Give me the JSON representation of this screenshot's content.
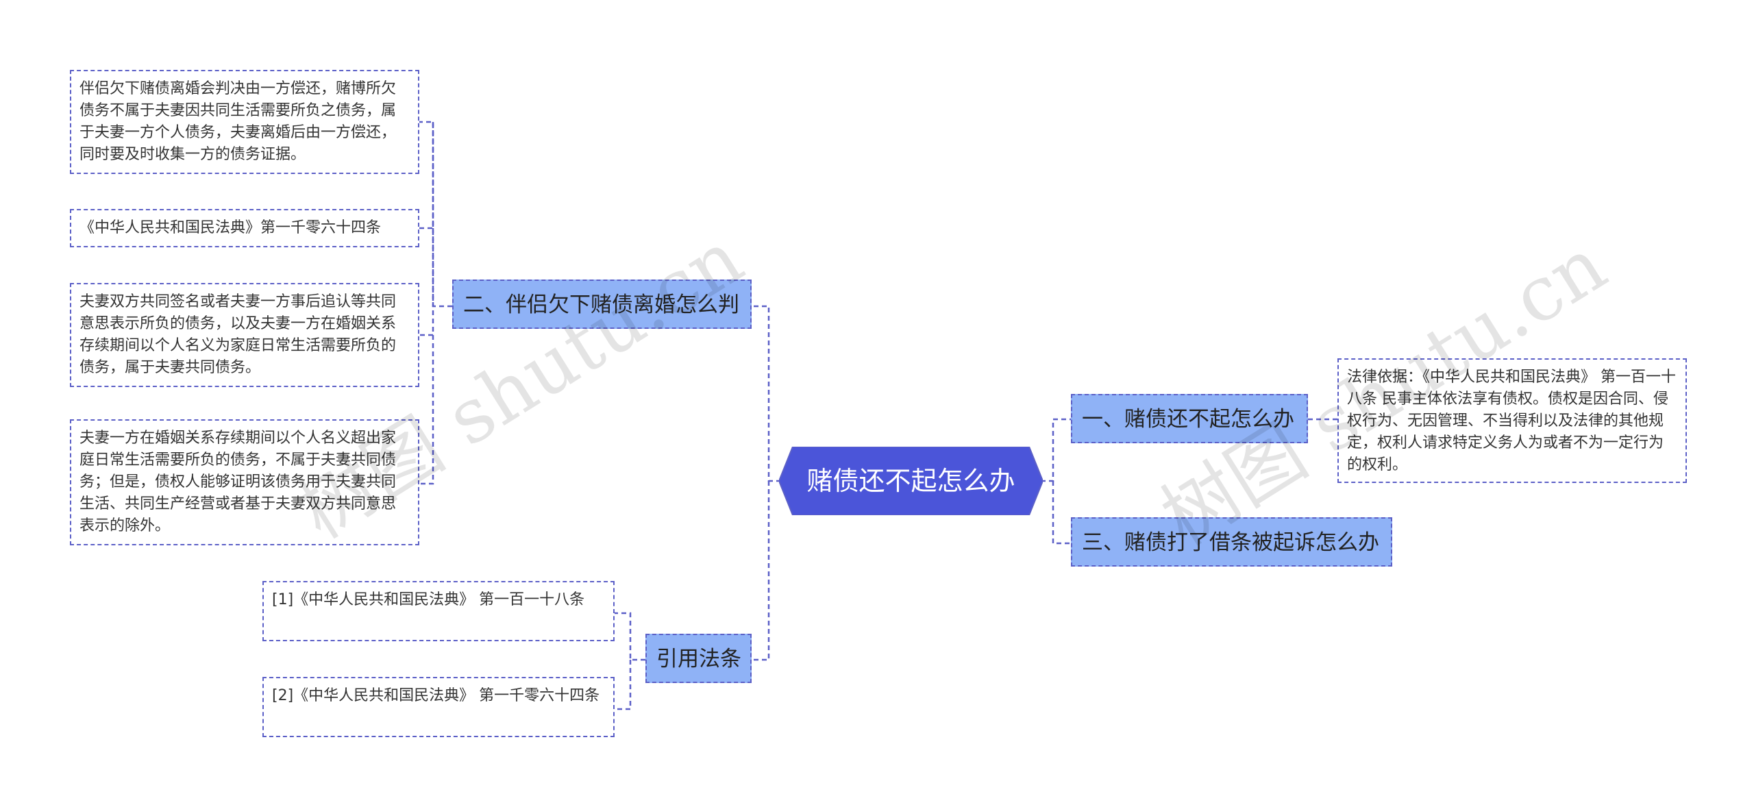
{
  "root": {
    "label": "赌债还不起怎么办"
  },
  "branches": {
    "partner": {
      "label": "二、伴侣欠下赌债离婚怎么判",
      "children": [
        "伴侣欠下赌债离婚会判决由一方偿还，赌博所欠债务不属于夫妻因共同生活需要所负之债务，属于夫妻一方个人债务，夫妻离婚后由一方偿还，同时要及时收集一方的债务证据。",
        "《中华人民共和国民法典》第一千零六十四条",
        "夫妻双方共同签名或者夫妻一方事后追认等共同意思表示所负的债务，以及夫妻一方在婚姻关系存续期间以个人名义为家庭日常生活需要所负的债务，属于夫妻共同债务。",
        "夫妻一方在婚姻关系存续期间以个人名义超出家庭日常生活需要所负的债务，不属于夫妻共同债务；但是，债权人能够证明该债务用于夫妻共同生活、共同生产经营或者基于夫妻双方共同意思表示的除外。"
      ]
    },
    "cited": {
      "label": "引用法条",
      "children": [
        "[1]《中华人民共和国民法典》 第一百一十八条",
        "[2]《中华人民共和国民法典》 第一千零六十四条"
      ]
    },
    "cannot_pay": {
      "label": "一、赌债还不起怎么办",
      "children": [
        "法律依据：《中华人民共和国民法典》 第一百一十八条 民事主体依法享有债权。债权是因合同、侵权行为、无因管理、不当得利以及法律的其他规定，权利人请求特定义务人为或者不为一定行为的权利。"
      ]
    },
    "sued": {
      "label": "三、赌债打了借条被起诉怎么办"
    }
  },
  "watermarks": [
    "树图 shutu.cn",
    "树图 shutu.cn"
  ],
  "colors": {
    "root": "#4b55d9",
    "branch": "#8fb2f6",
    "line": "#5b5fc7"
  }
}
